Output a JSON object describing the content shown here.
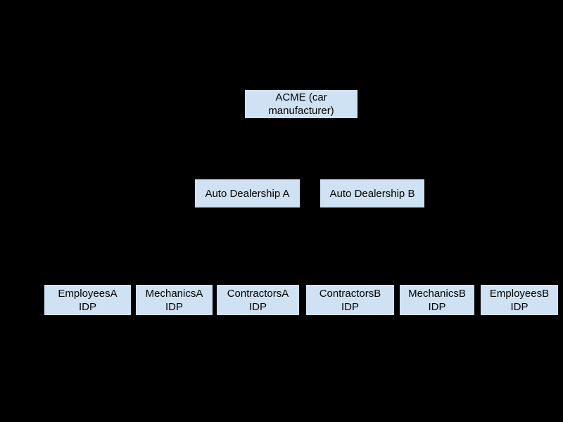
{
  "diagram": {
    "background_color": "#000000",
    "box_fill_color": "#cfe2f3",
    "box_text_color": "#000000",
    "nodes": {
      "root": {
        "label": "ACME (car manufacturer)",
        "line1": "ACME (car",
        "line2": "manufacturer)"
      },
      "level2": [
        {
          "label": "Auto Dealership A"
        },
        {
          "label": "Auto Dealership B"
        }
      ],
      "level3": [
        {
          "label": "EmployeesA IDP",
          "line1": "EmployeesA",
          "line2": "IDP"
        },
        {
          "label": "MechanicsA IDP",
          "line1": "MechanicsA",
          "line2": "IDP"
        },
        {
          "label": "ContractorsA IDP",
          "line1": "ContractorsA",
          "line2": "IDP"
        },
        {
          "label": "ContractorsB IDP",
          "line1": "ContractorsB",
          "line2": "IDP"
        },
        {
          "label": "MechanicsB IDP",
          "line1": "MechanicsB",
          "line2": "IDP"
        },
        {
          "label": "EmployeesB IDP",
          "line1": "EmployeesB",
          "line2": "IDP"
        }
      ]
    }
  }
}
